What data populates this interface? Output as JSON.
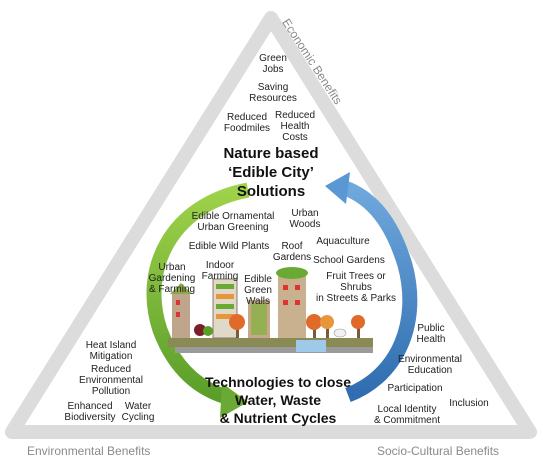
{
  "corners": {
    "economic": "Economic Benefits",
    "environmental": "Environmental Benefits",
    "socio_cultural": "Socio-Cultural Benefits"
  },
  "center_title": "Nature based\n‘Edible City’\nSolutions",
  "bottom_title": "Technologies to close\nWater, Waste\n& Nutrient Cycles",
  "economic_items": {
    "green_jobs": "Green\nJobs",
    "saving_resources": "Saving\nResources",
    "reduced_foodmiles": "Reduced\nFoodmiles",
    "reduced_health_costs": "Reduced\nHealth\nCosts"
  },
  "solutions": {
    "edible_ornamental": "Edible Ornamental\nUrban Greening",
    "urban_woods": "Urban\nWoods",
    "edible_wild_plants": "Edible Wild Plants",
    "roof_gardens": "Roof\nGardens",
    "aquaculture": "Aquaculture",
    "urban_gardening": "Urban\nGardening\n& Farming",
    "indoor_farming": "Indoor\nFarming",
    "edible_green_walls": "Edible\nGreen\nWalls",
    "school_gardens": "School Gardens",
    "fruit_trees": "Fruit Trees or\nShrubs\nin Streets & Parks"
  },
  "environmental_items": {
    "heat_island": "Heat Island\nMitigation",
    "reduced_pollution": "Reduced\nEnvironmental\nPollution",
    "enhanced_biodiversity": "Enhanced\nBiodiversity",
    "water_cycling": "Water\nCycling"
  },
  "socio_items": {
    "public_health": "Public\nHealth",
    "environmental_education": "Environmental\nEducation",
    "participation": "Participation",
    "local_identity": "Local Identity\n& Commitment",
    "inclusion": "Inclusion"
  },
  "colors": {
    "triangle_edge": "#d9d9d9",
    "triangle_fill": "#ffffff",
    "green_arrow": "#7dbb3c",
    "blue_arrow": "#4a89c8",
    "ground": "#7a7a4a",
    "water": "#9ec9e8"
  }
}
